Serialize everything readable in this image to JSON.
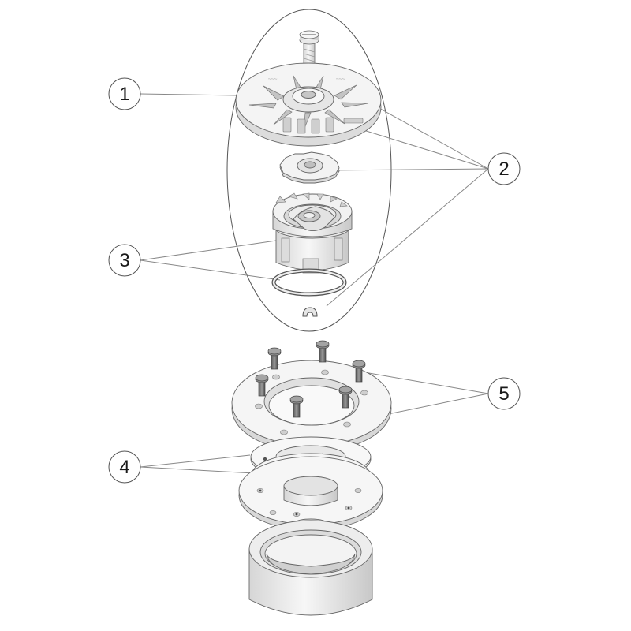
{
  "diagram": {
    "callouts": [
      {
        "id": "c1",
        "label": "1"
      },
      {
        "id": "c2",
        "label": "2"
      },
      {
        "id": "c3",
        "label": "3"
      },
      {
        "id": "c4",
        "label": "4"
      },
      {
        "id": "c5",
        "label": "5"
      }
    ],
    "colors": {
      "line": "#555555",
      "leader": "#888888",
      "part_fill": "#f2f2f2",
      "part_shade": "#d9d9d9",
      "part_dark": "#bdbdbd",
      "screw": "#6e6e6e",
      "screw_dark": "#4a4a4a"
    }
  }
}
